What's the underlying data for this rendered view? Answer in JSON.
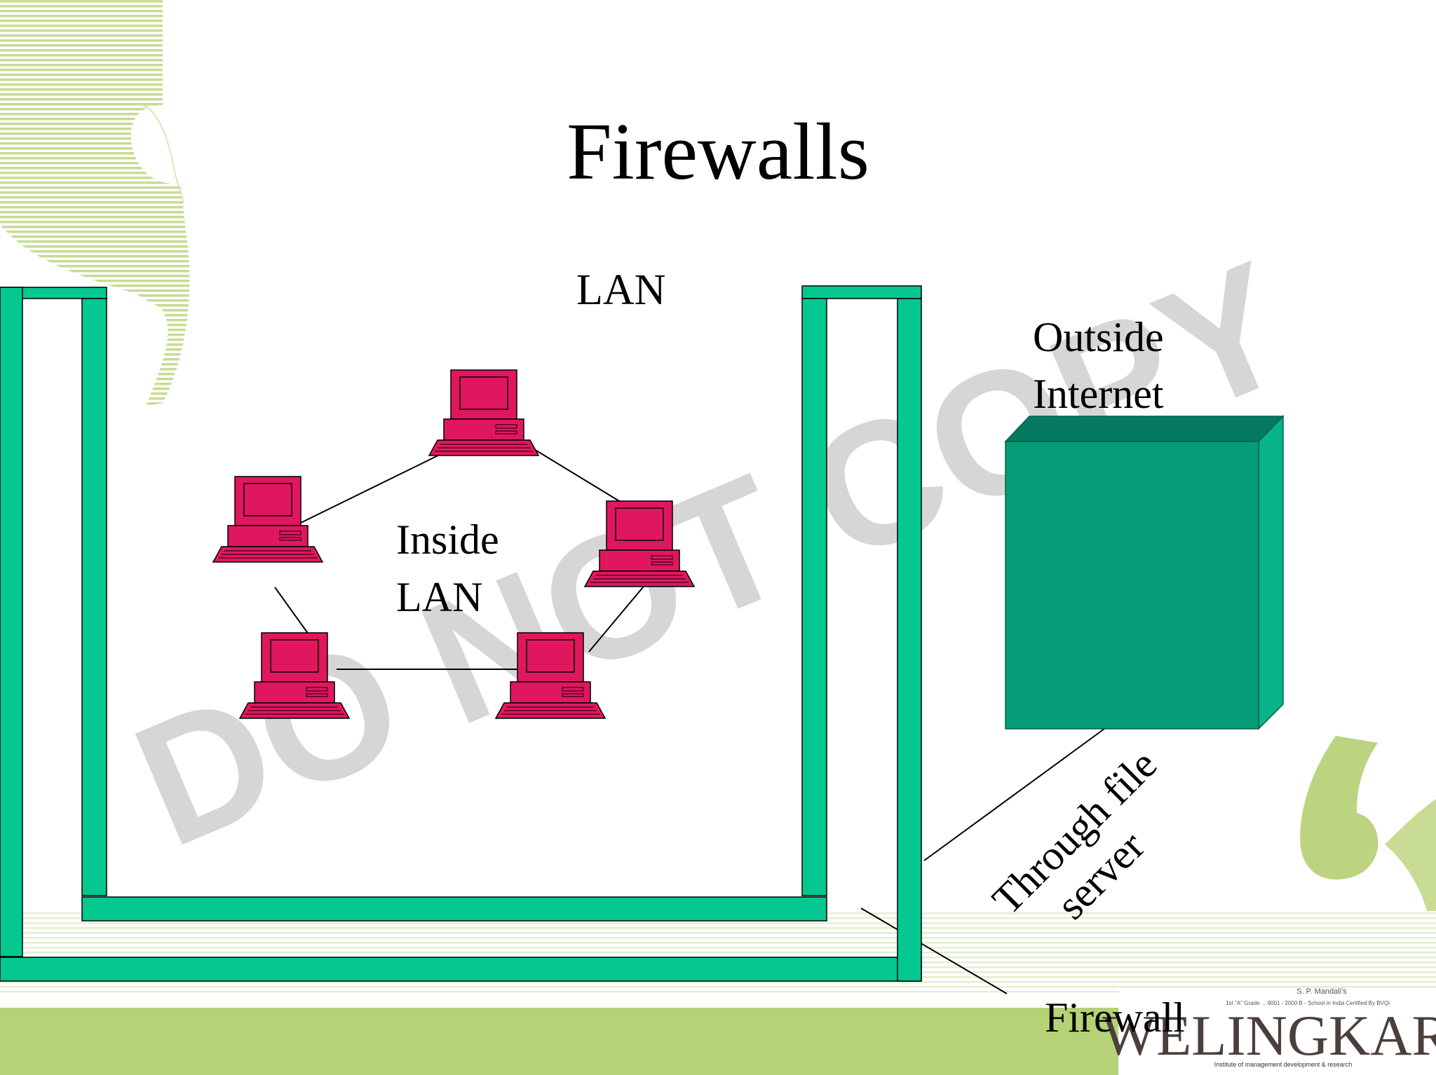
{
  "slide": {
    "title": "Firewalls",
    "watermark": "DO NOT COPY",
    "background_color": "#ffffff"
  },
  "diagram": {
    "labels": {
      "lan": "LAN",
      "inside_lan_line1": "Inside",
      "inside_lan_line2": "LAN",
      "outside_line1": "Outside",
      "outside_line2": "Internet",
      "through_line1": "Through file",
      "through_line2": "server",
      "firewall": "Firewall"
    },
    "computer_count": 5,
    "colors": {
      "wall": "#05c890",
      "box_front": "#059c78",
      "box_top": "#057a60",
      "box_side": "#08b388",
      "computer": "#e0175f",
      "text": "#000000",
      "decor_green": "#b5d277",
      "watermark": "#cfcfcf"
    }
  },
  "footer": {
    "logo_text": "WELINGKAR",
    "logo_caption_line1": "S. P. Mandali's",
    "logo_caption_line2": "1st \"A\" Grade ... 9001 - 2000 B - School in India Certified By BVQi",
    "logo_tagline": "Institute of management development & research"
  }
}
